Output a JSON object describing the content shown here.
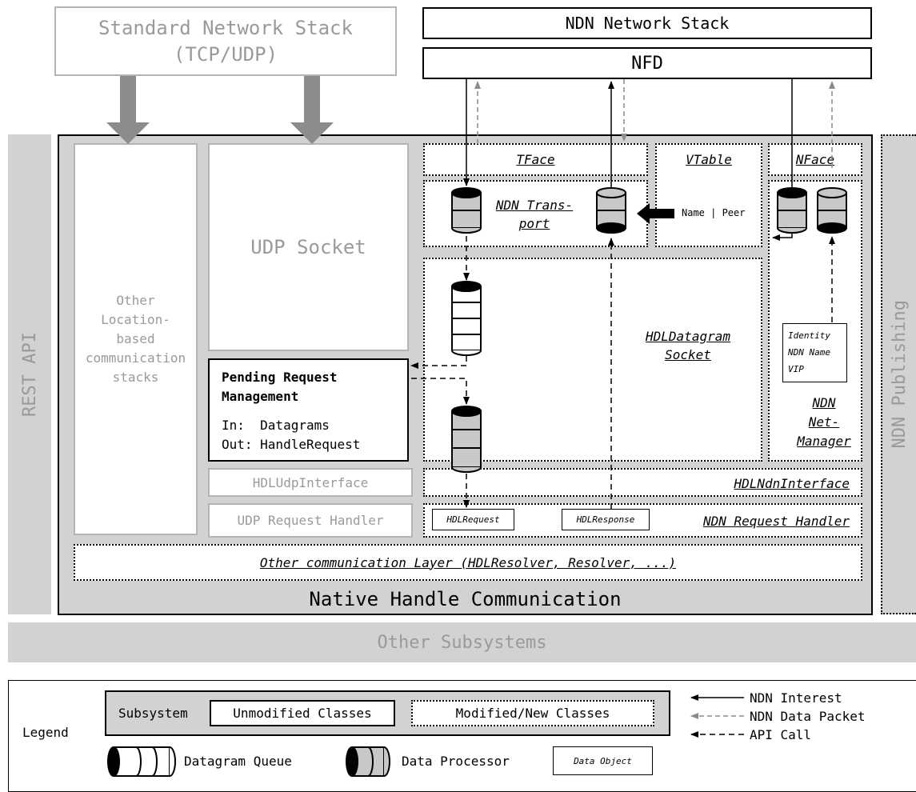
{
  "top": {
    "standard_stack": [
      "Standard Network Stack",
      "(TCP/UDP)"
    ],
    "ndn_stack": "NDN Network Stack",
    "nfd": "NFD"
  },
  "side": {
    "rest_api": "REST API",
    "ndn_publishing": "NDN Publishing",
    "other_subsystems": "Other Subsystems",
    "native_handle": "Native Handle Communication"
  },
  "inner": {
    "other_stacks": [
      "Other",
      "Location-",
      "based",
      "communication",
      "stacks"
    ],
    "udp_socket": "UDP Socket",
    "pending_title": [
      "Pending Request",
      "Management"
    ],
    "pending_in": "In:  Datagrams",
    "pending_out": "Out: HandleRequest",
    "hdl_udp_interface": "HDLUdpInterface",
    "udp_request_handler": "UDP Request Handler",
    "tface": "TFace",
    "vtable": "VTable",
    "nface": "NFace",
    "ndn_transport": [
      "NDN Trans-",
      "port"
    ],
    "name_peer": "Name | Peer",
    "hdl_datagram_socket": [
      "HDLDatagram",
      "Socket"
    ],
    "identity": [
      "Identity",
      "NDN Name",
      "VIP"
    ],
    "ndn_netmanager": [
      "NDN",
      "Net-",
      "Manager"
    ],
    "hdl_ndn_interface": "HDLNdnInterface",
    "hdl_request": "HDLRequest",
    "hdl_response": "HDLResponse",
    "ndn_request_handler": "NDN Request Handler",
    "other_layer": "Other communication Layer (HDLResolver, Resolver, ...)"
  },
  "legend": {
    "title": "Legend",
    "subsystem": "Subsystem",
    "unmodified": "Unmodified Classes",
    "modified": "Modified/New Classes",
    "datagram_queue": "Datagram Queue",
    "data_processor": "Data Processor",
    "data_object": "Data Object",
    "ndn_interest": "NDN Interest",
    "ndn_data_packet": "NDN Data Packet",
    "api_call": "API Call"
  },
  "colors": {
    "subsystem_fill": "#d2d2d2",
    "muted_text": "#9a9a9a",
    "arrow_gray": "#8c8c8c"
  }
}
